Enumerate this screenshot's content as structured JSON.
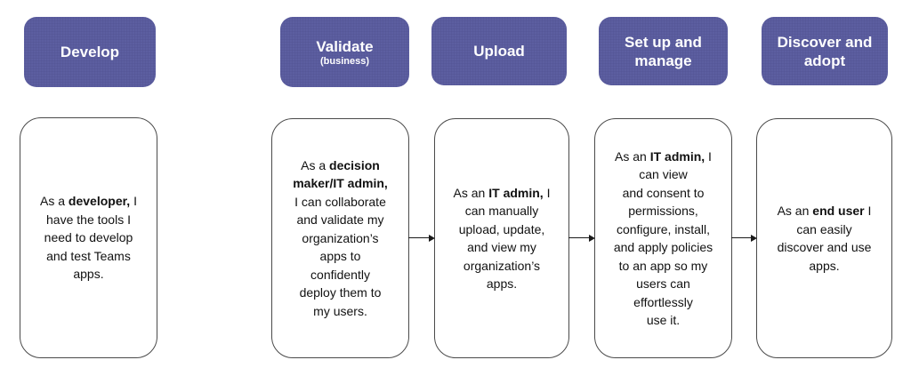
{
  "colors": {
    "stage_header_bg": "#5e60a4",
    "stage_header_text": "#ffffff",
    "card_border": "#4a4a4a",
    "card_bg": "#ffffff",
    "body_text": "#111111",
    "arrow": "#1a1a1a",
    "page_bg": "#ffffff"
  },
  "stages": [
    {
      "id": "develop",
      "header": {
        "title_lines": [
          "Develop"
        ],
        "subtitle": ""
      },
      "body_lines": [
        [
          {
            "t": "As a "
          },
          {
            "t": "developer,",
            "b": true
          },
          {
            "t": " I"
          }
        ],
        [
          {
            "t": "have the tools I"
          }
        ],
        [
          {
            "t": "need to develop"
          }
        ],
        [
          {
            "t": "and test Teams"
          }
        ],
        [
          {
            "t": "apps."
          }
        ]
      ]
    },
    {
      "id": "validate",
      "header": {
        "title_lines": [
          "Validate"
        ],
        "subtitle": "(business)"
      },
      "body_lines": [
        [
          {
            "t": "As a "
          },
          {
            "t": "decision",
            "b": true
          }
        ],
        [
          {
            "t": "maker/IT admin,",
            "b": true
          }
        ],
        [
          {
            "t": "I can collaborate"
          }
        ],
        [
          {
            "t": "and validate my"
          }
        ],
        [
          {
            "t": "organization’s"
          }
        ],
        [
          {
            "t": "apps to"
          }
        ],
        [
          {
            "t": "confidently"
          }
        ],
        [
          {
            "t": "deploy them to"
          }
        ],
        [
          {
            "t": "my users."
          }
        ]
      ]
    },
    {
      "id": "upload",
      "header": {
        "title_lines": [
          "Upload"
        ],
        "subtitle": ""
      },
      "body_lines": [
        [
          {
            "t": "As an "
          },
          {
            "t": "IT admin,",
            "b": true
          },
          {
            "t": " I"
          }
        ],
        [
          {
            "t": "can manually"
          }
        ],
        [
          {
            "t": "upload, update,"
          }
        ],
        [
          {
            "t": "and view my"
          }
        ],
        [
          {
            "t": "organization’s"
          }
        ],
        [
          {
            "t": "apps."
          }
        ]
      ]
    },
    {
      "id": "set-up-and-manage",
      "header": {
        "title_lines": [
          "Set up and",
          "manage"
        ],
        "subtitle": ""
      },
      "body_lines": [
        [
          {
            "t": "As an "
          },
          {
            "t": "IT admin,",
            "b": true
          },
          {
            "t": " I"
          }
        ],
        [
          {
            "t": "can view"
          }
        ],
        [
          {
            "t": "and consent to"
          }
        ],
        [
          {
            "t": "permissions,"
          }
        ],
        [
          {
            "t": "configure, install,"
          }
        ],
        [
          {
            "t": "and apply policies"
          }
        ],
        [
          {
            "t": "to an app so my"
          }
        ],
        [
          {
            "t": "users can"
          }
        ],
        [
          {
            "t": "effortlessly"
          }
        ],
        [
          {
            "t": "use it."
          }
        ]
      ]
    },
    {
      "id": "discover-and-adopt",
      "header": {
        "title_lines": [
          "Discover and",
          "adopt"
        ],
        "subtitle": ""
      },
      "body_lines": [
        [
          {
            "t": "As an "
          },
          {
            "t": "end user",
            "b": true
          },
          {
            "t": " I"
          }
        ],
        [
          {
            "t": "can easily"
          }
        ],
        [
          {
            "t": "discover and use"
          }
        ],
        [
          {
            "t": "apps."
          }
        ]
      ]
    }
  ],
  "connectors": [
    {
      "from": "validate",
      "to": "upload"
    },
    {
      "from": "upload",
      "to": "set-up-and-manage"
    },
    {
      "from": "set-up-and-manage",
      "to": "discover-and-adopt"
    }
  ]
}
